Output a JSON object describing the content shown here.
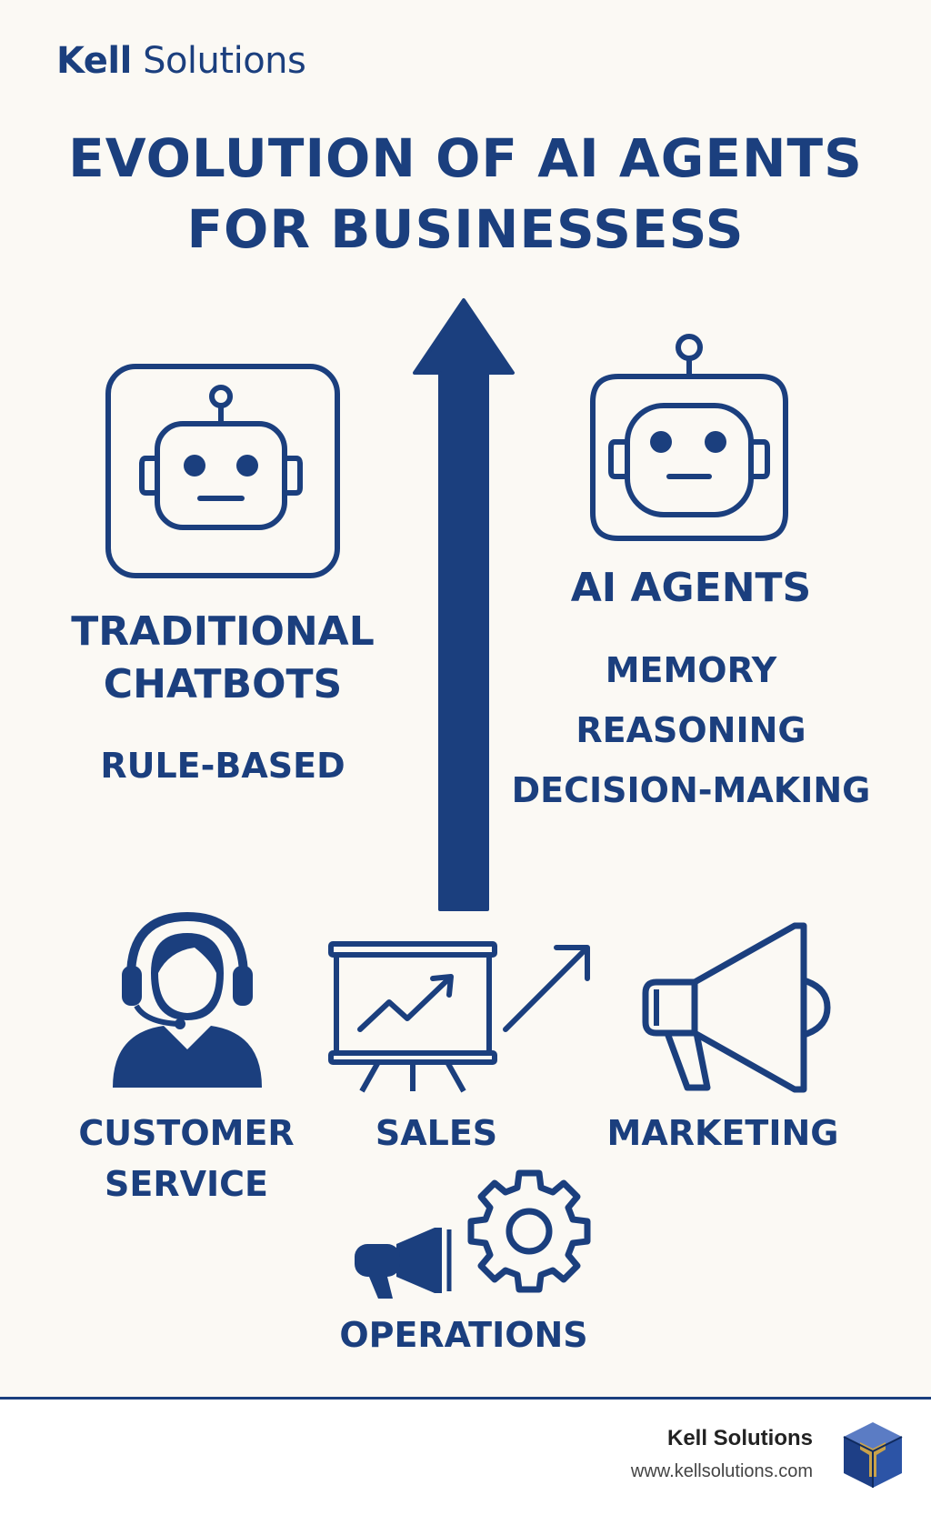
{
  "header": {
    "brand_strong": "Kell",
    "brand_rest": "Solutions",
    "title_line1": "EVOLUTION OF AI AGENTS",
    "title_line2": "FOR BUSINESSESS"
  },
  "left": {
    "heading_line1": "TRADITIONAL",
    "heading_line2": "CHATBOTS",
    "feature": "RULE-BASED"
  },
  "right": {
    "heading": "AI AGENTS",
    "features": [
      "MEMORY",
      "REASONING",
      "DECISION-MAKING"
    ]
  },
  "sectors": {
    "customer_service_line1": "CUSTOMER",
    "customer_service_line2": "SERVICE",
    "sales": "SALES",
    "marketing": "MARKETING",
    "operations": "OPERATIONS"
  },
  "footer": {
    "company": "Kell Solutions",
    "url": "www.kellsolutions.com"
  },
  "colors": {
    "primary": "#1b3f7e",
    "background": "#fbf9f4",
    "logo_gold": "#c9a24a"
  },
  "icons": [
    "robot-icon",
    "robot-headset-icon",
    "upward-arrow-icon",
    "support-agent-icon",
    "presentation-chart-icon",
    "trend-arrow-icon",
    "megaphone-icon",
    "gear-icon",
    "cube-logo-icon"
  ]
}
